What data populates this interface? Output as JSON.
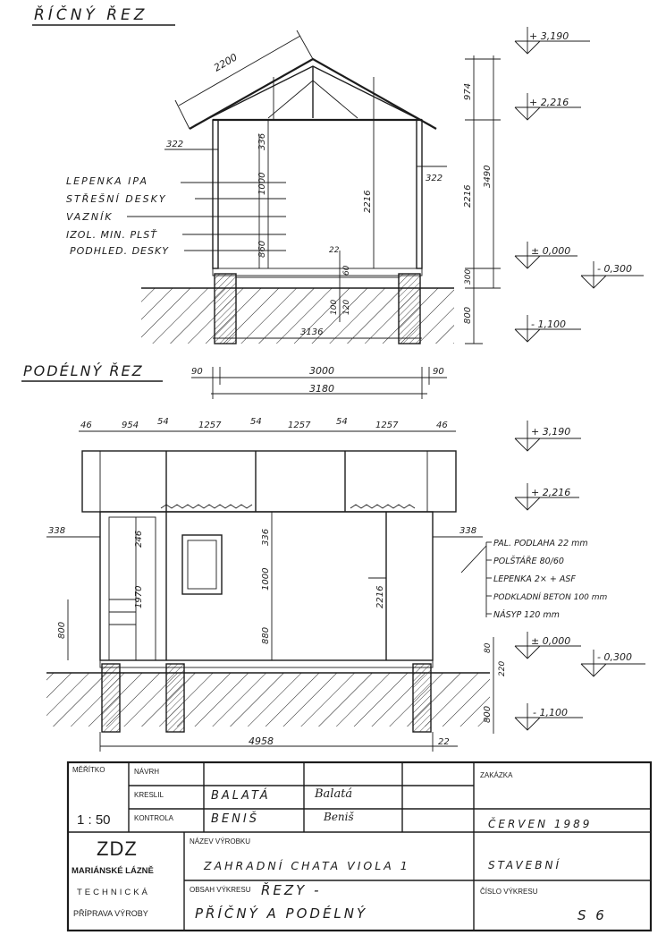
{
  "titles": {
    "cross_section": "ŘÍČNÝ ŘEZ",
    "long_section": "PODÉLNÝ ŘEZ"
  },
  "cross_section": {
    "dims": {
      "roof_slope": "2200",
      "eave_left": "322",
      "eave_right": "322",
      "d336": "336",
      "d1000": "1000",
      "d860": "860",
      "d2216": "2216",
      "d22": "22",
      "d60": "60",
      "d100": "100",
      "d120": "120",
      "d3136": "3136",
      "right_974": "974",
      "right_2216": "2216",
      "right_3490": "3490",
      "right_300": "300",
      "right_800": "800"
    },
    "levels": [
      "+ 3,190",
      "+ 2,216",
      "± 0,000",
      "- 0,300",
      "- 1,100"
    ],
    "labels": [
      "LEPENKA IPA",
      "STŘEŠNÍ DESKY",
      "VAZNÍK",
      "IZOL. MIN. PLSŤ",
      "PODHLED. DESKY"
    ]
  },
  "long_section": {
    "dims": {
      "d90a": "90",
      "d3000": "3000",
      "d90b": "90",
      "d3180": "3180",
      "top_chain": [
        "46",
        "954",
        "54",
        "1257",
        "54",
        "1257",
        "54",
        "1257",
        "46"
      ],
      "d338a": "338",
      "d338b": "338",
      "d246": "246",
      "d1970": "1970",
      "d800": "800",
      "d336": "336",
      "d1000": "1000",
      "d880": "880",
      "d2216": "2216",
      "d80": "80",
      "d220": "220",
      "d800b": "800",
      "d4958": "4958",
      "d22": "22"
    },
    "levels": [
      "+ 3,190",
      "+ 2,216",
      "± 0,000",
      "- 0,300",
      "- 1,100"
    ],
    "labels": [
      "PAL. PODLAHA 22 mm",
      "POLŠTÁŘE 80/60",
      "LEPENKA 2× + ASF",
      "PODKLADNÍ BETON 100 mm",
      "NÁSYP 120 mm"
    ]
  },
  "title_block": {
    "meritko_label": "MĚŘÍTKO",
    "scale": "1 : 50",
    "navrh_label": "NÁVRH",
    "kreslil_label": "KRESLIL",
    "kontrola_label": "KONTROLA",
    "kreslil_name": "BALATÁ",
    "kontrola_name": "BENIŠ",
    "sig1": "Balatá",
    "sig2": "Beniš",
    "zakazka_label": "ZAKÁZKA",
    "date": "ČERVEN 1989",
    "org1": "ZDZ",
    "org2": "MARIÁNSKÉ LÁZNĚ",
    "org3": "TECHNICKÁ",
    "org4": "PŘÍPRAVA VÝROBY",
    "product_label": "NÁZEV VÝROBKU",
    "product": "ZAHRADNÍ CHATA VIOLA 1",
    "stage": "STAVEBNÍ",
    "content_label": "OBSAH VÝKRESU",
    "content1": "ŘEZY -",
    "content2": "PŘÍČNÝ A PODÉLNÝ",
    "number_label": "ČÍSLO VÝKRESU",
    "number": "S 6"
  }
}
